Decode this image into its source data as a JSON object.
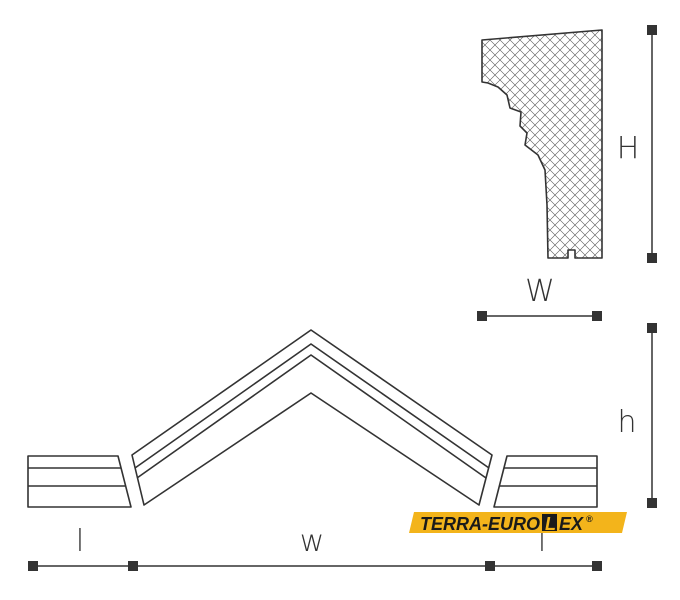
{
  "labels": {
    "H": "H",
    "W": "W",
    "h": "h",
    "w": "w",
    "l_left": "l",
    "l_right": "l"
  },
  "logo": {
    "part1": "TERRA-EURO",
    "letter": "L",
    "part2": "EX",
    "mark": "®"
  },
  "colors": {
    "line": "#333333",
    "logo_bg": "#f3b41b",
    "logo_text": "#1a1a1a"
  }
}
